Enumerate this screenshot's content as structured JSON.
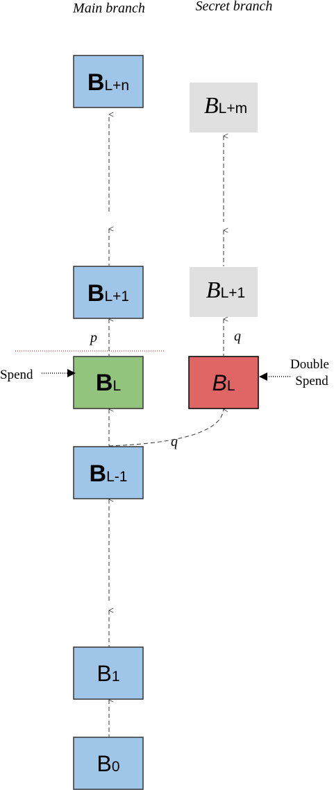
{
  "headers": {
    "main": "Main branch",
    "secret": "Secret branch"
  },
  "colors": {
    "main_block": "#9fc5e8",
    "spend_block": "#93c47d",
    "double_spend_block": "#e06666",
    "secret_block": "#e0e0e0",
    "stroke": "#333333",
    "separator": "#cc0000"
  },
  "main_blocks": {
    "ln": {
      "base": "B",
      "sub": "L+n"
    },
    "l1": {
      "base": "B",
      "sub": "L+1"
    },
    "l": {
      "base": "B",
      "sub": "L"
    },
    "lm1": {
      "base": "B",
      "sub": "L-1"
    },
    "b1": {
      "base": "B",
      "sub": "1"
    },
    "b0": {
      "base": "B",
      "sub": "0"
    }
  },
  "secret_blocks": {
    "lm": {
      "base": "B",
      "sub": "L+m"
    },
    "l1": {
      "base": "B",
      "sub": "L+1"
    },
    "l": {
      "base": "B",
      "sub": "L"
    }
  },
  "labels": {
    "p": "p",
    "q_upper": "q",
    "q_curve": "q",
    "spend": "Spend",
    "double_line1": "Double",
    "double_line2": "Spend"
  }
}
